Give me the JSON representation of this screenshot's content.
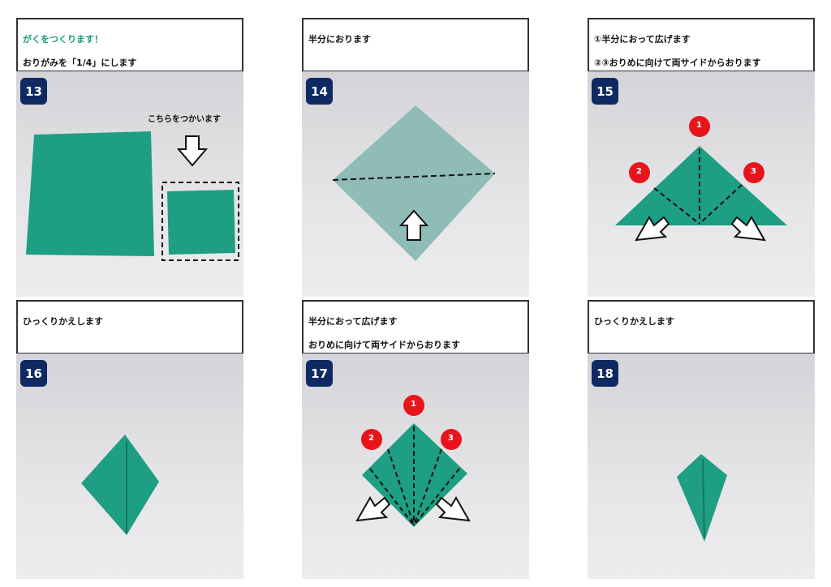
{
  "steps": [
    {
      "number": "13",
      "line1": "がくをつくります！",
      "line2": "おりがみを「1/4」にします",
      "note": "こちらをつかいます"
    },
    {
      "number": "14",
      "line1": "半分におります",
      "line2": ""
    },
    {
      "number": "15",
      "line1": "①半分におって広げます",
      "line2": "②③おりめに向けて両サイドからおります",
      "markers": [
        "1",
        "2",
        "3"
      ]
    },
    {
      "number": "16",
      "line1": "ひっくりかえします",
      "line2": ""
    },
    {
      "number": "17",
      "line1": "半分におって広げます",
      "line2": "おりめに向けて両サイドからおります",
      "markers": [
        "1",
        "2",
        "3"
      ]
    },
    {
      "number": "18",
      "line1": "ひっくりかえします",
      "line2": ""
    }
  ],
  "colors": {
    "paper": "#1e9e82",
    "badge": "#0f2a63",
    "marker": "#e8141c"
  }
}
